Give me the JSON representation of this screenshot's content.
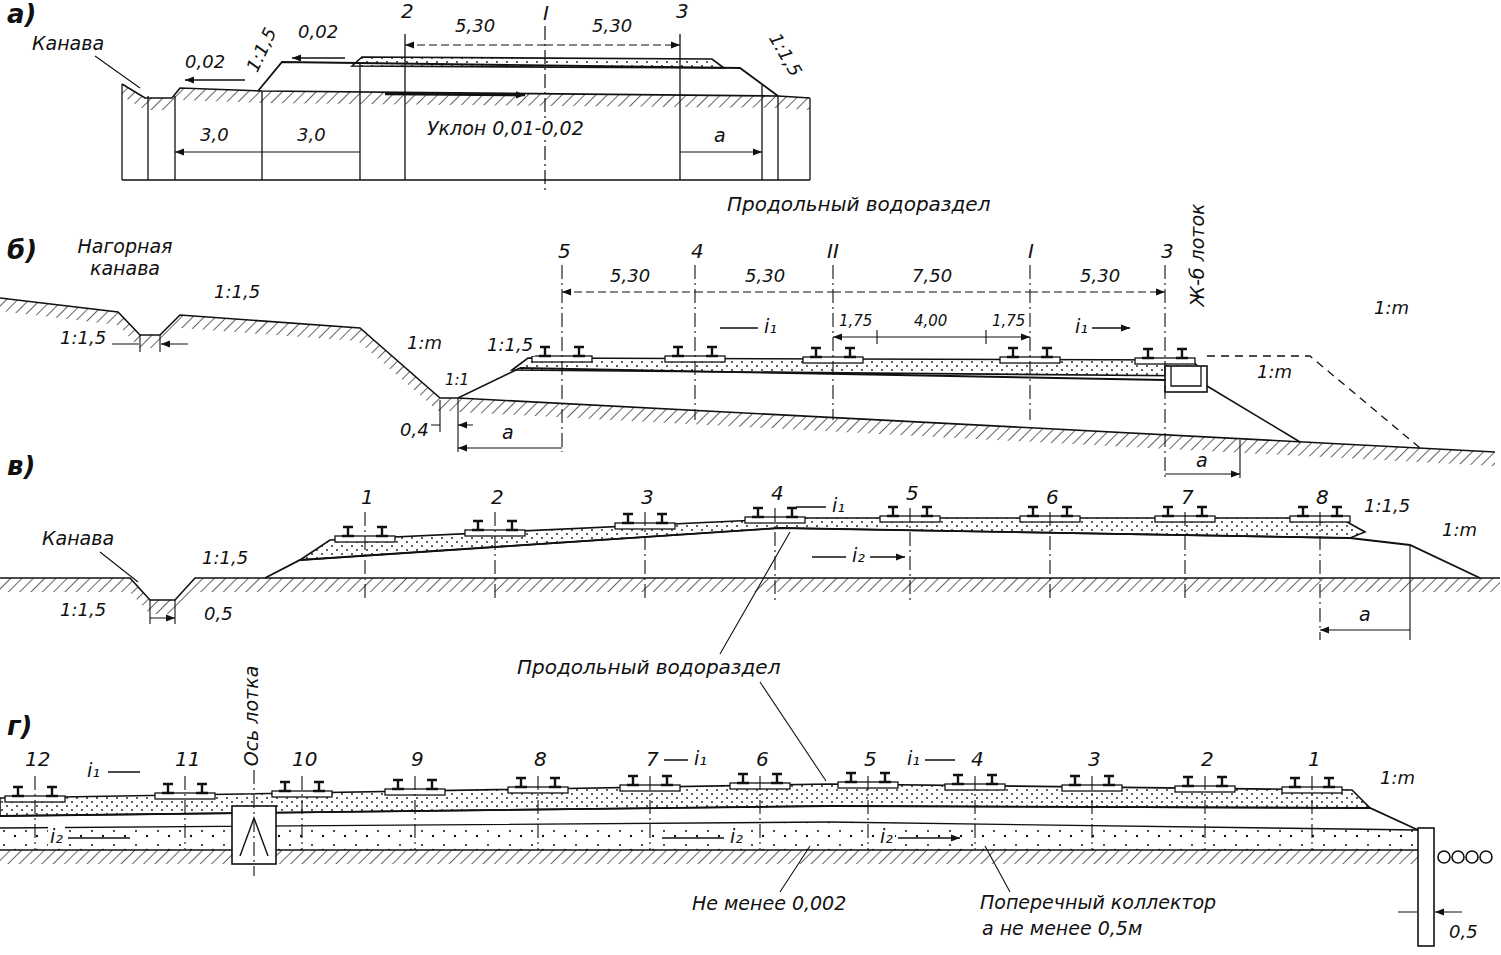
{
  "diagram": {
    "labels": [
      "а)",
      "Канава",
      "0,02",
      "1:1,5",
      "0,02",
      "2",
      "5,30",
      "I",
      "5,30",
      "3",
      "1:1,5",
      "3,0",
      "3,0",
      "Уклон 0,01-0,02",
      "а",
      "б)",
      "Нагорная канава",
      "1:1,5",
      "1:1,5",
      "Продольный водораздел",
      "Ж-б лоток",
      "5",
      "5,30",
      "4",
      "5,30",
      "II",
      "7,50",
      "I",
      "5,30",
      "3",
      "i₁",
      "1,75",
      "4,00",
      "1,75",
      "i₁",
      "1:m",
      "1:1",
      "1:1,5",
      "0,4",
      "а",
      "1:m",
      "1:m",
      "а",
      "в)",
      "Канава",
      "1:1,5",
      "1:1,5",
      "0,5",
      "1",
      "2",
      "3",
      "4",
      "i₁",
      "5",
      "6",
      "7",
      "8",
      "i₂",
      "1:1,5",
      "1:m",
      "а",
      "Продольный водораздел",
      "г)",
      "Ось лотка",
      "12",
      "i₁",
      "11",
      "i₂",
      "10",
      "9",
      "8",
      "7",
      "i₁",
      "6",
      "5",
      "i₁",
      "4",
      "3",
      "2",
      "1",
      "1:m",
      "i₂",
      "i₂",
      "Не менее 0,002",
      "Поперечный коллектор",
      "а не менее 0,5м",
      "0,5"
    ]
  }
}
